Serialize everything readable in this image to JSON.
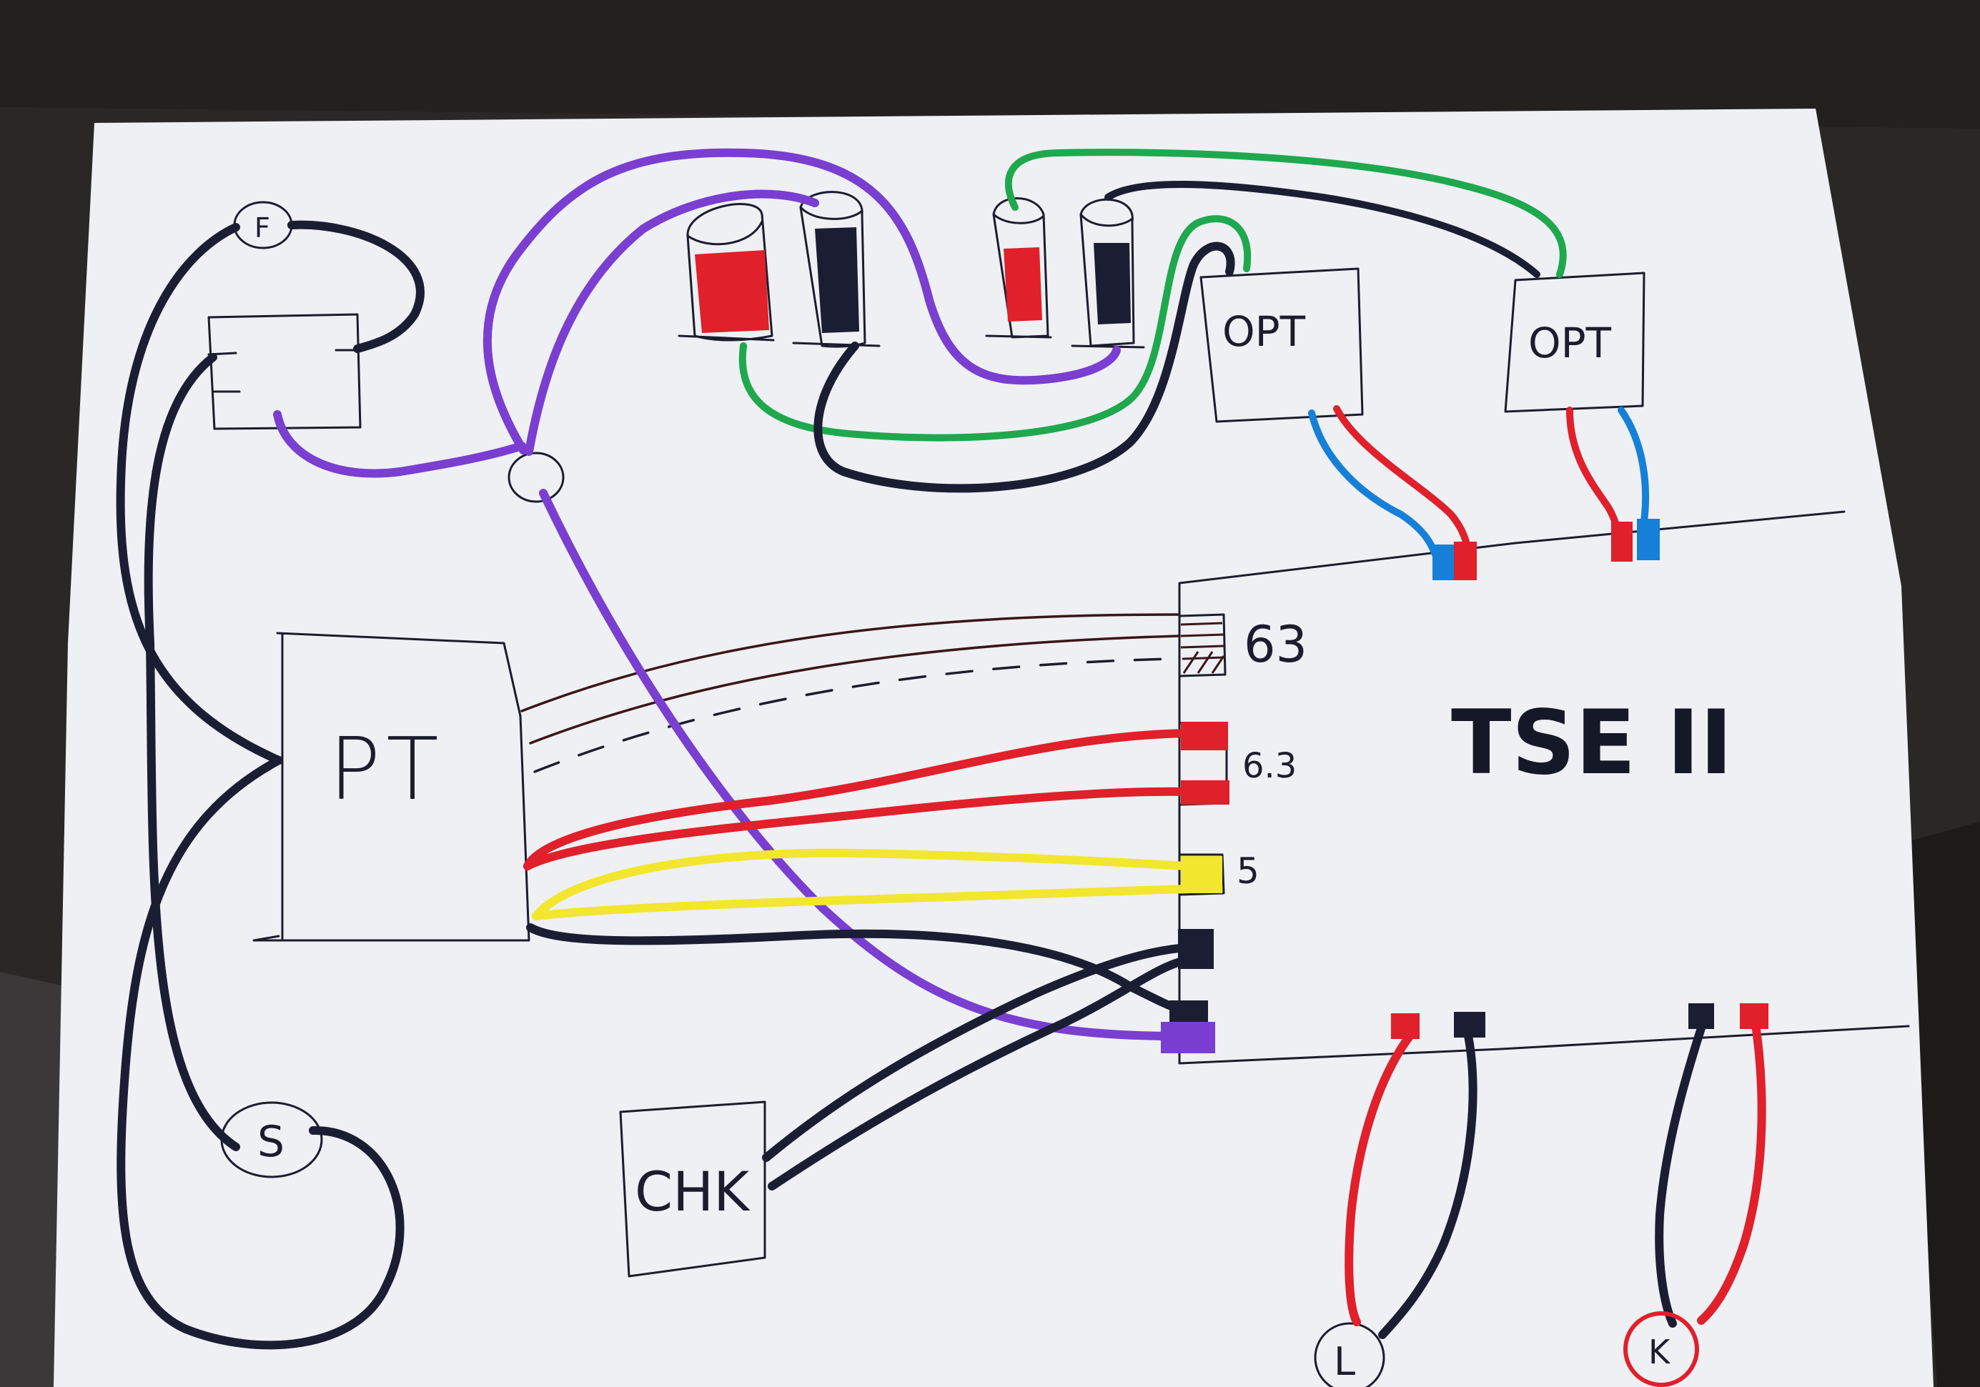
{
  "diagram": {
    "fuse_label": "F",
    "switch_label": "S",
    "power_transformer_label": "PT",
    "choke_label": "CHK",
    "output_transformer_left_label": "OPT",
    "output_transformer_right_label": "OPT",
    "board_label": "TSE II",
    "heater_tap_63_label": "63",
    "heater_tap_6_3_label": "6.3",
    "heater_tap_5_label": "5",
    "jack_left_label": "L",
    "jack_right_label": "K"
  },
  "colors": {
    "paper": "#eef0f4",
    "background": "#2a2827",
    "wire_black": "#1b1e33",
    "wire_red": "#e0202a",
    "wire_blue": "#1680d8",
    "wire_green": "#1fa84d",
    "wire_purple": "#7a3ed0",
    "wire_yellow": "#f2e62e",
    "wire_brown": "#4a1e1e",
    "ink": "#1b1d2e"
  }
}
